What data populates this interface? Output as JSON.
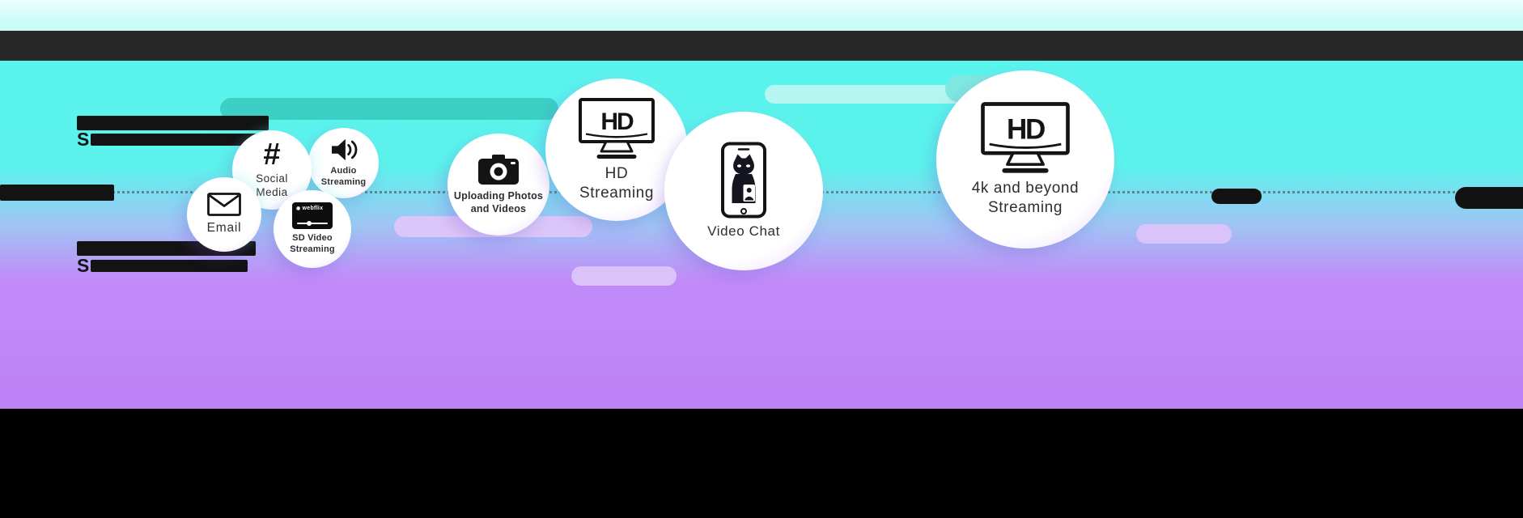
{
  "colors": {
    "cyan_background": "#5bf3ec",
    "purple_background": "#bf86f8",
    "top_strip": "#c9fbf8",
    "top_bar": "#272727",
    "bottom_bar": "#000000",
    "teal_pill": "#3ccfc4",
    "light_cyan_pill": "#b5f6f1",
    "lavender_pill": "#d9c3f8",
    "ink": "#141414"
  },
  "redacted": {
    "letter_top": "S",
    "letter_bottom": "S"
  },
  "bubbles": {
    "email": {
      "label": "Email"
    },
    "social_media": {
      "hash": "#",
      "line1": "Social",
      "line2": "Media"
    },
    "audio_streaming": {
      "line1": "Audio",
      "line2": "Streaming"
    },
    "sd_video": {
      "brand": "webflix",
      "line1": "SD Video",
      "line2": "Streaming"
    },
    "uploading": {
      "line1": "Uploading Photos",
      "line2": "and Videos"
    },
    "hd_streaming": {
      "screen_text": "HD",
      "line1": "HD",
      "line2": "Streaming"
    },
    "video_chat": {
      "label": "Video Chat"
    },
    "four_k": {
      "screen_text": "HD",
      "line1": "4k and beyond",
      "line2": "Streaming"
    }
  }
}
